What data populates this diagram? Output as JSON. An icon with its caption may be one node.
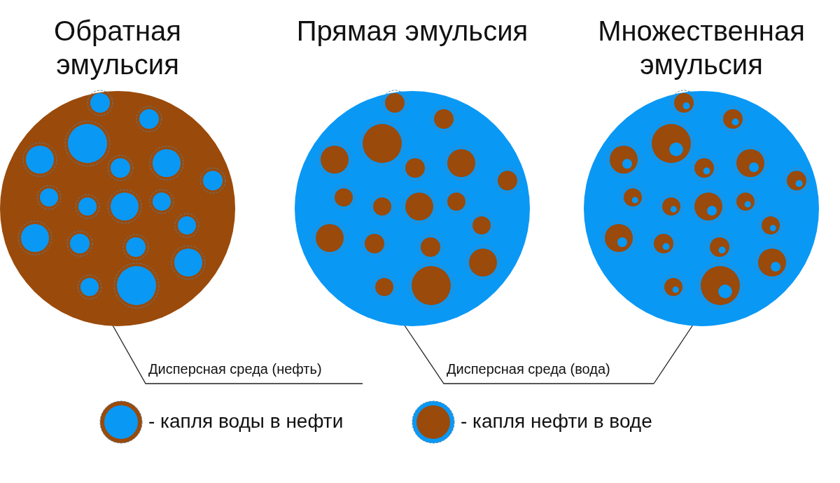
{
  "diagram": {
    "nodes": [
      {
        "text": [
          "Обратная эмульсия"
        ]
      },
      {
        "text": [
          "Прямая эмульсия"
        ]
      },
      {
        "text": [
          "Множественная эмульсия"
        ]
      },
      {
        "text": [
          "Дисперсная среда (нефть)"
        ]
      },
      {
        "text": [
          "Дисперсная среда (вода)"
        ]
      }
    ],
    "edges": [
      {
        "from": 3,
        "to": 0,
        "arrow": "none"
      },
      {
        "from": 4,
        "to": 1,
        "arrow": "none"
      },
      {
        "from": 4,
        "to": 2,
        "arrow": "none"
      }
    ],
    "legend": [
      {
        "text": "- капля воды в нефти"
      },
      {
        "text": "- капля нефти в воде"
      }
    ]
  }
}
